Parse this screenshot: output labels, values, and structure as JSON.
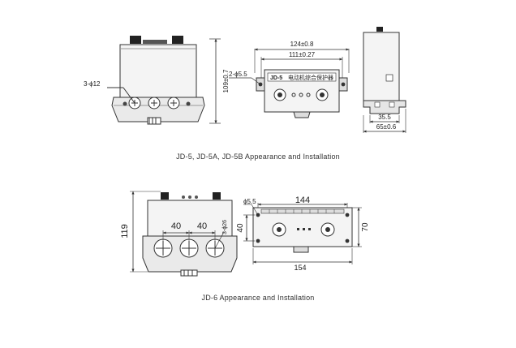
{
  "jd5": {
    "label_3phi12": "3-ϕ12",
    "height_dim": "109±0.7",
    "width_124": "124±0.8",
    "width_111": "111±0.27",
    "hole_2phi": "2-ϕ5.5",
    "panel_model": "JD-5",
    "panel_title": "电动机综合保护器",
    "side_35": "35.5",
    "side_65": "65±0.6",
    "caption": "JD-5, JD-5A, JD-5B Appearance and Installation"
  },
  "jd6": {
    "height_dim": "119",
    "spacing_a": "40",
    "spacing_b": "40",
    "label_3phi": "3-ϕ26",
    "hole_phi": "ϕ5.5",
    "width_144": "144",
    "height_40": "40",
    "height_70": "70",
    "width_154": "154",
    "caption": "JD-6 Appearance and Installation"
  }
}
